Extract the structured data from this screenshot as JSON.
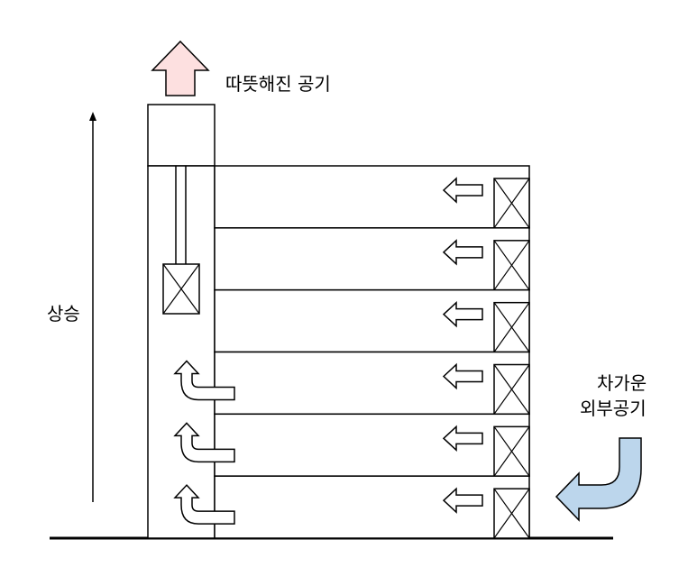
{
  "labels": {
    "warm_air": "따뜻해진 공기",
    "rise": "상승",
    "cold_air_line1": "차가운",
    "cold_air_line2": "외부공기"
  },
  "colors": {
    "warm_arrow_fill": "#fde0e0",
    "cold_arrow_fill": "#bcd6ec",
    "stroke": "#000000",
    "background": "#ffffff"
  },
  "floors": {
    "count": 6,
    "shaft_inlet_arrows": 3,
    "unit_icon": "cross-box-icon",
    "room_arrow_icon": "hollow-left-arrow-icon",
    "shaft_arrow_icon": "hollow-curved-up-arrow-icon"
  }
}
